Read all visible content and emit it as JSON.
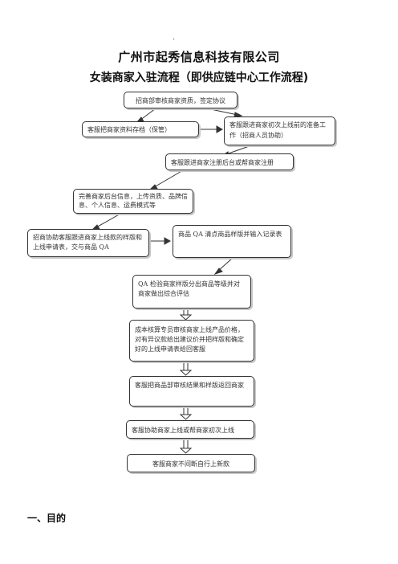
{
  "header": {
    "mark": "ₗ",
    "company": "广州市起秀信息科技有限公司",
    "subtitle": "女装商家入驻流程（即供应链中心工作流程)"
  },
  "flow": {
    "step1": "招商部审核商家资质，签定协议",
    "step2": "客服把商家资料存档（保管）",
    "step3": "客服跟进商家初次上线前的准备工作（招商人员协助）",
    "step4": "客服跟进商家注册后台或帮商家注册",
    "step5": "完善商家后台信息，上传资质、品牌信息、个人信息、运费模式等",
    "step6": "招商协助客服跟进商家上线款的样版和上线申请表，交与商品 QA",
    "step7": "商品 QA 清点商品样版并输入记录表",
    "step8": "QA 检验商家样版分出商品等级并对商家做出综合评估",
    "step9": "成本核算专员审核商家上线产品价格，对有异议款给出建议价并把样版和确定好的上线申请表给回客服",
    "step10": "客服把商品部审核结果和样版返回商家",
    "step11": "客服协助商家上线或帮商家初次上线",
    "step12": "客服商家不间断自行上新款"
  },
  "section": {
    "heading": "一、目的"
  }
}
